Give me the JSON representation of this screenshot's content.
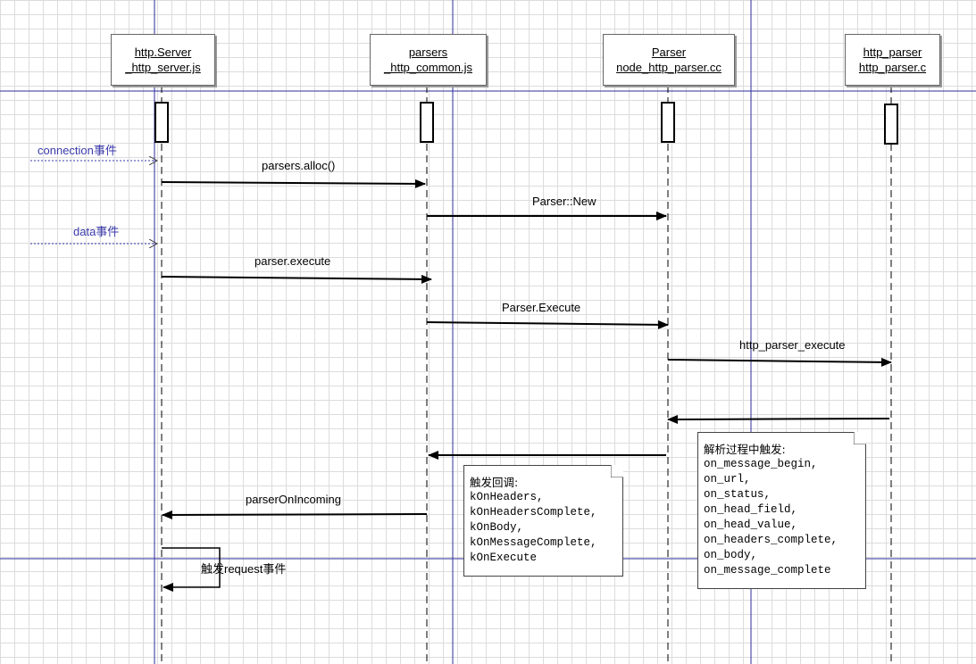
{
  "lifelines": [
    {
      "id": "server",
      "line1": "http.Server",
      "line2": "_http_server.js"
    },
    {
      "id": "parsers",
      "line1": "parsers",
      "line2": "_http_common.js"
    },
    {
      "id": "parser",
      "line1": "Parser",
      "line2": "node_http_parser.cc"
    },
    {
      "id": "hp",
      "line1": "http_parser",
      "line2": "http_parser.c"
    }
  ],
  "external_events": {
    "connection": "connection事件",
    "data": "data事件"
  },
  "messages": {
    "alloc": "parsers.alloc()",
    "new": "Parser::New",
    "execute": "parser.execute",
    "Execute": "Parser.Execute",
    "hp_execute": "http_parser_execute",
    "incoming": "parserOnIncoming",
    "self_request": "触发request事件"
  },
  "notes": {
    "callbacks": {
      "title": "触发回调:",
      "lines": [
        "kOnHeaders,",
        "kOnHeadersComplete,",
        "kOnBody,",
        "kOnMessageComplete,",
        "kOnExecute"
      ]
    },
    "parse": {
      "title": "解析过程中触发:",
      "lines": [
        "on_message_begin,",
        "on_url,",
        "on_status,",
        "on_head_field,",
        "on_head_value,",
        "on_headers_complete,",
        "on_body,",
        "on_message_complete"
      ]
    }
  }
}
